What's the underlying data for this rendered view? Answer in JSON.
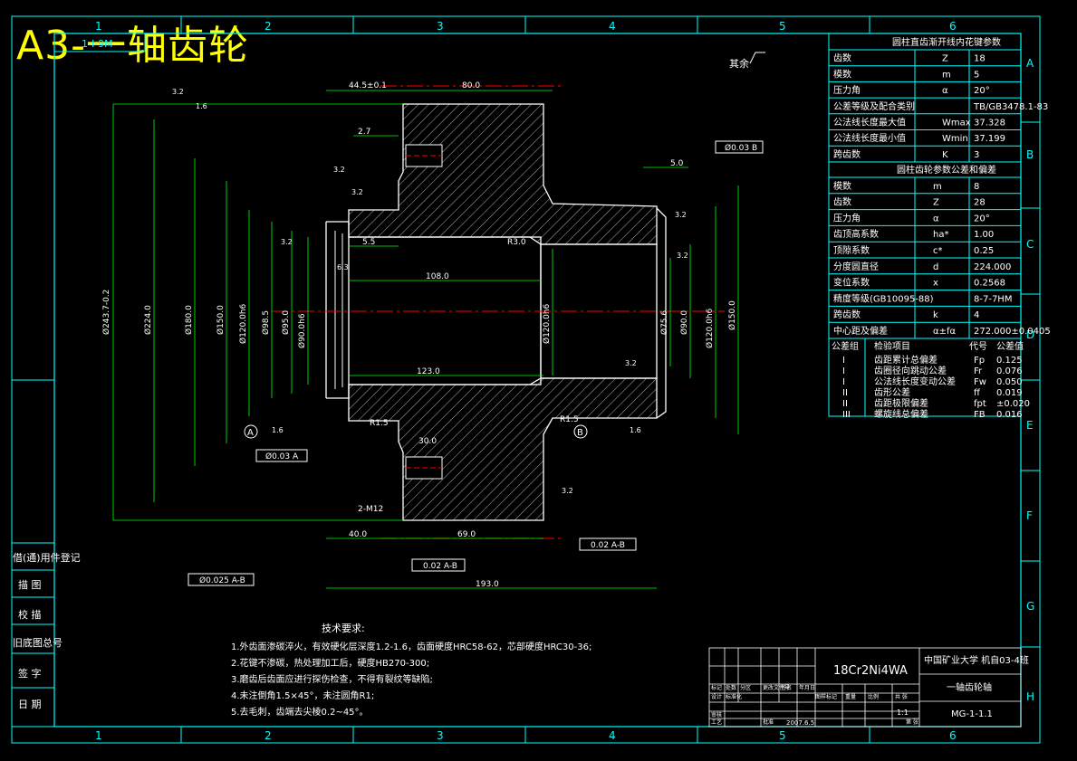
{
  "overlay_title": "A3-一轴齿轮",
  "stamp_code": "1-I-9M",
  "other_surfaces": "其余",
  "grid": {
    "top": [
      "1",
      "2",
      "3",
      "4",
      "5",
      "6"
    ],
    "bottom": [
      "1",
      "2",
      "3",
      "4",
      "5",
      "6"
    ],
    "right": [
      "A",
      "B",
      "C",
      "D",
      "E",
      "F",
      "G",
      "H"
    ]
  },
  "left_column": [
    "借(通)用件登记",
    "描 图",
    "校 描",
    "旧底图总号",
    "签 字",
    "日 期"
  ],
  "table1": {
    "title": "圆柱直齿渐开线内花键参数",
    "rows": [
      [
        "齿数",
        "Z",
        "18"
      ],
      [
        "模数",
        "m",
        "5"
      ],
      [
        "压力角",
        "α",
        "20°"
      ],
      [
        "公差等级及配合类别",
        "",
        "TB/GB3478.1-83"
      ],
      [
        "公法线长度最大值",
        "Wmax",
        "37.328"
      ],
      [
        "公法线长度最小值",
        "Wmin",
        "37.199"
      ],
      [
        "跨齿数",
        "K",
        "3"
      ]
    ]
  },
  "table2": {
    "title": "圆柱齿轮参数公差和偏差",
    "rows": [
      [
        "模数",
        "m",
        "8"
      ],
      [
        "齿数",
        "Z",
        "28"
      ],
      [
        "压力角",
        "α",
        "20°"
      ],
      [
        "齿顶高系数",
        "ha*",
        "1.00"
      ],
      [
        "顶隙系数",
        "c*",
        "0.25"
      ],
      [
        "分度圆直径",
        "d",
        "224.000"
      ],
      [
        "变位系数",
        "x",
        "0.2568"
      ],
      [
        "精度等级(GB10095-88)",
        "",
        "8-7-7HM"
      ],
      [
        "跨齿数",
        "k",
        "4"
      ],
      [
        "中心距及偏差",
        "α±fα",
        "272.000±0.0405"
      ]
    ]
  },
  "tolerance_table": {
    "headers": [
      "公差组",
      "检验项目",
      "代号",
      "公差值"
    ],
    "rows": [
      [
        "I",
        "齿距累计总偏差",
        "Fp",
        "0.125"
      ],
      [
        "I",
        "齿圈径向跳动公差",
        "Fr",
        "0.076"
      ],
      [
        "I",
        "公法线长度变动公差",
        "Fw",
        "0.050"
      ],
      [
        "II",
        "齿形公差",
        "ff",
        "0.019"
      ],
      [
        "II",
        "齿距极限偏差",
        "fpt",
        "±0.020"
      ],
      [
        "III",
        "螺旋线总偏差",
        "FB",
        "0.016"
      ]
    ]
  },
  "tech_requirements": {
    "title": "技术要求:",
    "items": [
      "1.外齿面渗碳淬火，有效硬化层深度1.2-1.6，齿面硬度HRC58-62，芯部硬度HRC30-36;",
      "2.花键不渗碳，热处理加工后，硬度HB270-300;",
      "3.磨齿后齿面应进行探伤检查，不得有裂纹等缺陷;",
      "4.未注倒角1.5×45°，未注圆角R1;",
      "5.去毛刺，齿端去尖棱0.2~45°。"
    ]
  },
  "title_block": {
    "material": "18Cr2Ni4WA",
    "school": "中国矿业大学 机自03-4班",
    "part_name": "一轴齿轮轴",
    "drawing_no": "MG-1-1.1",
    "scale": "1:1",
    "date": "2007.6.5",
    "labels": [
      "标记",
      "处数",
      "分区",
      "更改文件号",
      "签名",
      "年月日",
      "设计",
      "标准化",
      "审核",
      "工艺",
      "批准",
      "图样标记",
      "重量",
      "比例",
      "共 张",
      "第 张"
    ]
  },
  "dimensions": {
    "top": [
      "44.5±0.1",
      "80.0"
    ],
    "left_dias": [
      "Ø243.7-0.2",
      "Ø224.0",
      "Ø180.0",
      "Ø150.0",
      "Ø120.0h6",
      "Ø98.5",
      "Ø95.0",
      "Ø90.0h6"
    ],
    "right_dias": [
      "Ø75.6",
      "Ø90.0",
      "Ø120.0h6",
      "Ø150.0",
      "Ø120.0h6"
    ],
    "inner": [
      "2.7",
      "5.5",
      "108.0",
      "123.0",
      "R3.0",
      "5.0",
      "R1.5",
      "R1.5",
      "30.0",
      "2-M12"
    ],
    "bottom": [
      "40.0",
      "69.0",
      "193.0"
    ],
    "gdt": [
      "Ø0.03 B",
      "Ø0.03 A",
      "0.02 A-B",
      "0.02 A-B",
      "Ø0.025 A-B"
    ],
    "roughness": [
      "3.2",
      "1.6",
      "3.2",
      "3.2",
      "6.3",
      "3.2",
      "3.2",
      "1.6",
      "1.6",
      "3.2",
      "3.2",
      "3.2"
    ],
    "datums": [
      "A",
      "B"
    ]
  },
  "colors": {
    "background": "#000000",
    "frame": "#00ffff",
    "outline": "#ffffff",
    "center": "#ff0000",
    "dimension": "#00ff00",
    "text_white": "#ffffff",
    "title_yellow": "#ffff00"
  }
}
